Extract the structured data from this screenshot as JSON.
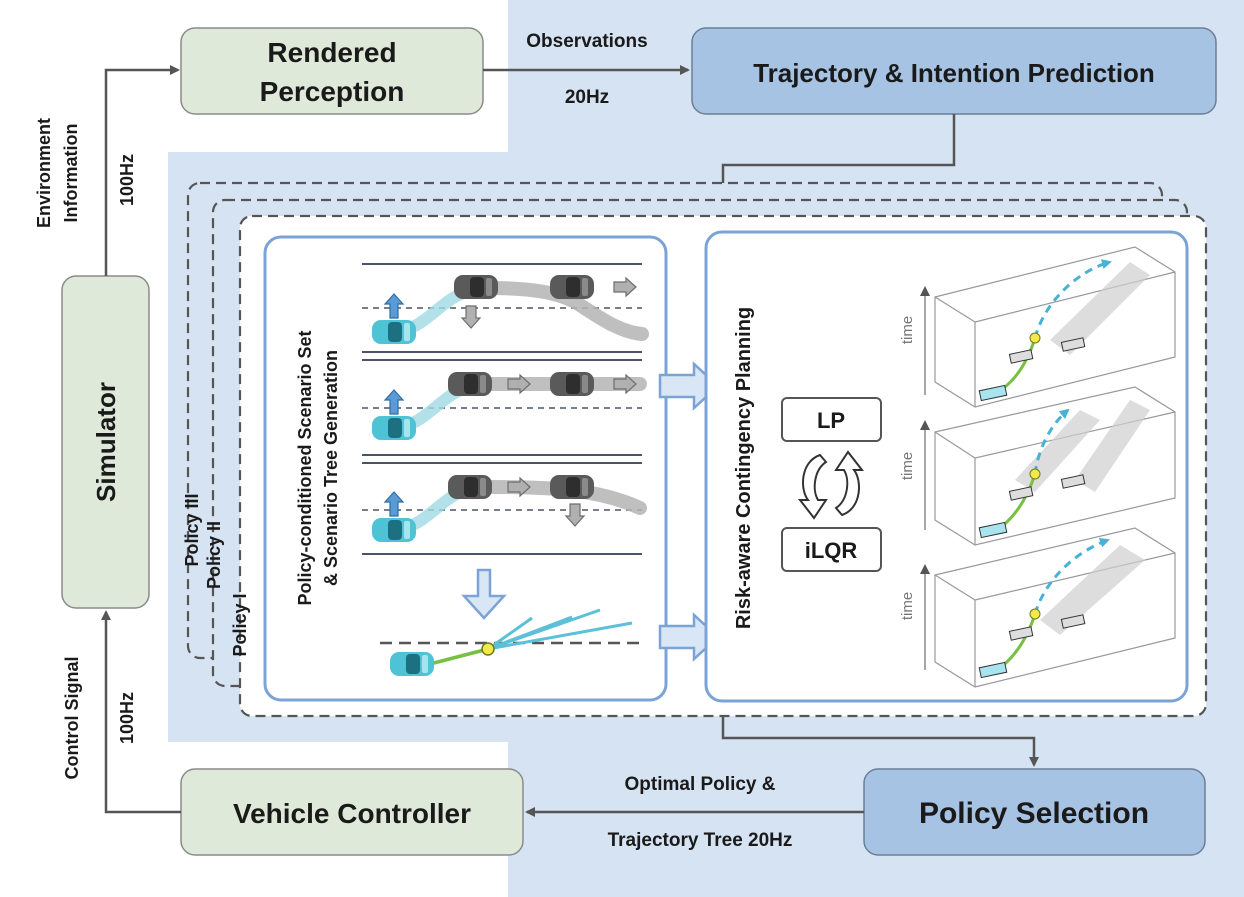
{
  "blocks": {
    "simulator": "Simulator",
    "rendered_perception": [
      "Rendered",
      "Perception"
    ],
    "trajectory_prediction": "Trajectory & Intention  Prediction",
    "policy_selection": "Policy Selection",
    "vehicle_controller": "Vehicle Controller"
  },
  "edges": {
    "environment_info": [
      "Environment",
      "Information"
    ],
    "env_rate": "100Hz",
    "observations": "Observations",
    "obs_rate": "20Hz",
    "control_signal": "Control Signal",
    "control_rate": "100Hz",
    "optimal_policy": [
      "Optimal Policy &",
      "Trajectory Tree 20Hz"
    ]
  },
  "policies": [
    "Policy III",
    "Policy II",
    "Policy I"
  ],
  "scenario_generation": [
    "Policy-conditioned  Scenario Set",
    "& Scenario Tree Generation"
  ],
  "contingency_planning": "Risk-aware Contingency Planning",
  "solvers": {
    "lp": "LP",
    "ilqr": "iLQR"
  },
  "time_axis_label": "time",
  "colors": {
    "light_blue_bg": "#d6e3f3",
    "green_block": "#dfe9d9",
    "blue_block": "#a6c3e4",
    "panel_border": "#7ba3d5",
    "ego_car": "#4fc3d6",
    "path_green": "#77c043"
  }
}
